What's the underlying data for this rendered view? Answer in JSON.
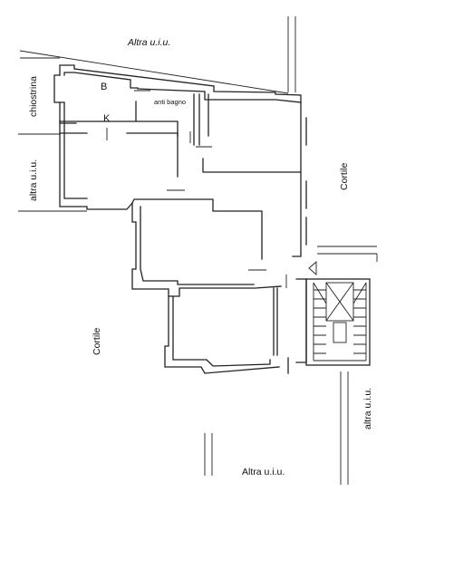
{
  "plan": {
    "labels": {
      "altra_top": "Altra u.i.u.",
      "chiostrina": "chiostrina",
      "altra_left": "altra u.i.u.",
      "room_b": "B",
      "anti_bagno": "anti bagno",
      "room_k": "K",
      "cortile_right": "Cortile",
      "cortile_left": "Cortile",
      "altra_right": "altra u.i.u.",
      "altra_bottom": "Altra u.i.u."
    },
    "colors": {
      "line": "#222222",
      "background": "#ffffff"
    }
  }
}
